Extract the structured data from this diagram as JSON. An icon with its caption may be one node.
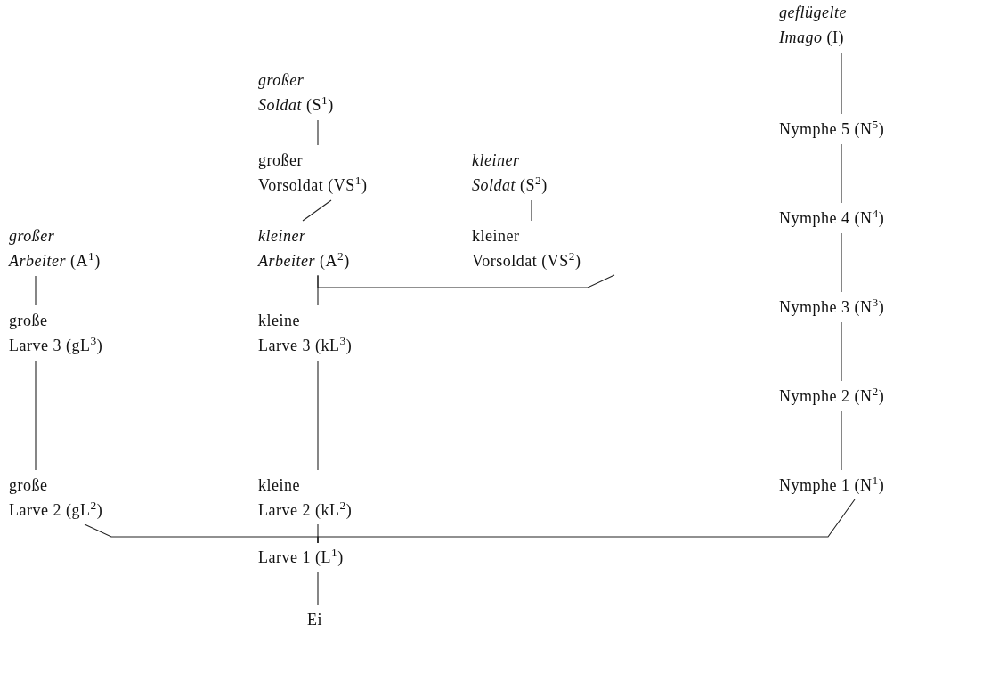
{
  "diagram": {
    "nodes": [
      {
        "text": [
          "*geflügelte* *Imago* (I)"
        ]
      },
      {
        "text": [
          "Nymphe 5 (N$^{5}$)"
        ]
      },
      {
        "text": [
          "Nymphe 4 (N$^{4}$)"
        ]
      },
      {
        "text": [
          "Nymphe 3 (N$^{3}$)"
        ]
      },
      {
        "text": [
          "Nymphe 2 (N$^{2}$)"
        ]
      },
      {
        "text": [
          "Nymphe 1 (N$^{1}$)"
        ]
      },
      {
        "text": [
          "*großer* *Soldat* (S$^{1}$)"
        ]
      },
      {
        "text": [
          "großer Vorsoldat (VS$^{1}$)"
        ]
      },
      {
        "text": [
          "*kleiner* *Soldat* (S$^{2}$)"
        ]
      },
      {
        "text": [
          "kleiner Vorsoldat (VS$^{2}$)"
        ]
      },
      {
        "text": [
          "*großer* *Arbeiter* (A$^{1}$)"
        ]
      },
      {
        "text": [
          "*kleiner* *Arbeiter* (A$^{2}$)"
        ]
      },
      {
        "text": [
          "große Larve 3 (gL$^{3}$)"
        ]
      },
      {
        "text": [
          "kleine Larve 3 (kL$^{3}$)"
        ]
      },
      {
        "text": [
          "große Larve 2 (gL$^{2}$)"
        ]
      },
      {
        "text": [
          "kleine Larve 2 (kL$^{2}$)"
        ]
      },
      {
        "text": [
          "Larve 1 (L$^{1}$)"
        ]
      },
      {
        "text": [
          "Ei"
        ]
      }
    ],
    "edges": [
      {
        "from": 17,
        "to": 16,
        "arrow": "none"
      },
      {
        "from": 16,
        "to": 15,
        "arrow": "none"
      },
      {
        "from": 16,
        "to": 14,
        "arrow": "none"
      },
      {
        "from": 16,
        "to": 5,
        "arrow": "none"
      },
      {
        "from": 14,
        "to": 12,
        "arrow": "none"
      },
      {
        "from": 12,
        "to": 10,
        "arrow": "none"
      },
      {
        "from": 15,
        "to": 13,
        "arrow": "none"
      },
      {
        "from": 13,
        "to": 11,
        "arrow": "none"
      },
      {
        "from": 11,
        "to": 7,
        "arrow": "none"
      },
      {
        "from": 7,
        "to": 6,
        "arrow": "none"
      },
      {
        "from": 11,
        "to": 9,
        "arrow": "none"
      },
      {
        "from": 9,
        "to": 8,
        "arrow": "none"
      },
      {
        "from": 5,
        "to": 4,
        "arrow": "none"
      },
      {
        "from": 4,
        "to": 3,
        "arrow": "none"
      },
      {
        "from": 3,
        "to": 2,
        "arrow": "none"
      },
      {
        "from": 2,
        "to": 1,
        "arrow": "none"
      },
      {
        "from": 1,
        "to": 0,
        "arrow": "none"
      }
    ]
  }
}
